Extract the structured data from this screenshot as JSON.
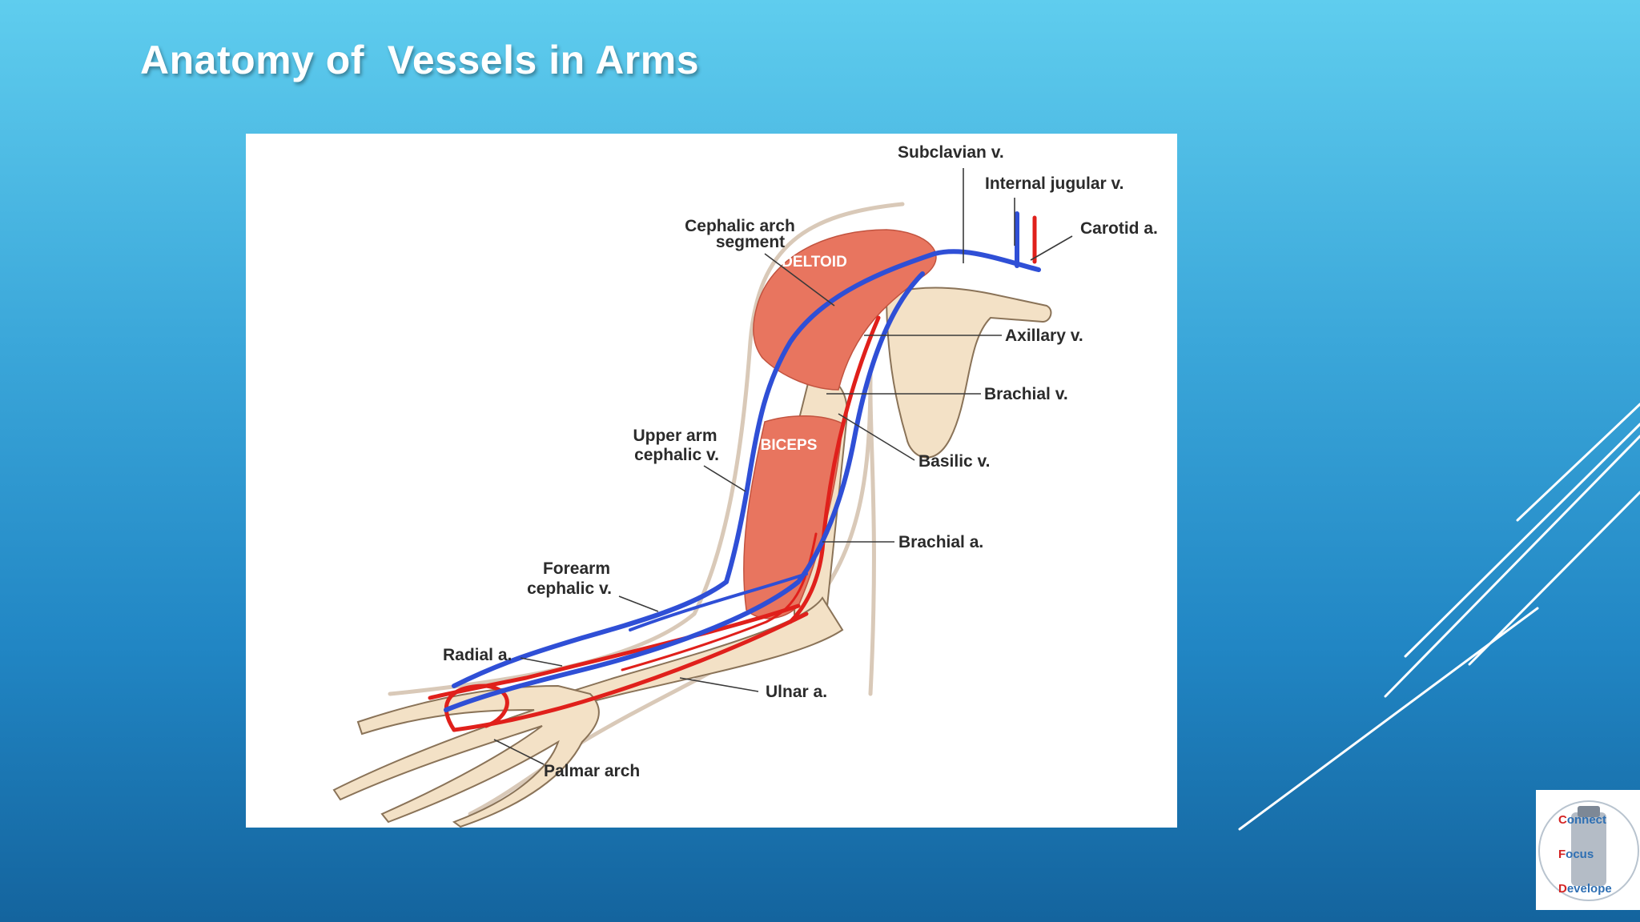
{
  "slide": {
    "title": "Anatomy of  Vessels in Arms"
  },
  "diagram": {
    "muscles": {
      "deltoid": "DELTOID",
      "biceps": "BICEPS"
    },
    "labels": {
      "subclavian_v": "Subclavian v.",
      "internal_jugular_v": "Internal jugular v.",
      "carotid_a": "Carotid a.",
      "cephalic_arch_line1": "Cephalic arch",
      "cephalic_arch_line2": "segment",
      "axillary_v": "Axillary v.",
      "brachial_v": "Brachial v.",
      "basilic_v": "Basilic v.",
      "upper_arm_cephalic_line1": "Upper arm",
      "upper_arm_cephalic_line2": "cephalic v.",
      "brachial_a": "Brachial a.",
      "forearm_cephalic_line1": "Forearm",
      "forearm_cephalic_line2": "cephalic v.",
      "radial_a": "Radial a.",
      "ulnar_a": "Ulnar a.",
      "palmar_arch": "Palmar arch"
    },
    "colors": {
      "vein": "#2f4fd6",
      "artery": "#e0201b",
      "muscle": "#e8755f",
      "bone": "#f3e1c6",
      "skin_outline": "#d9c9b8"
    }
  },
  "logo": {
    "line1_cap": "C",
    "line1_rest": "onnect",
    "line2_cap": "F",
    "line2_rest": "ocus",
    "line3_cap": "D",
    "line3_rest": "evelope"
  }
}
